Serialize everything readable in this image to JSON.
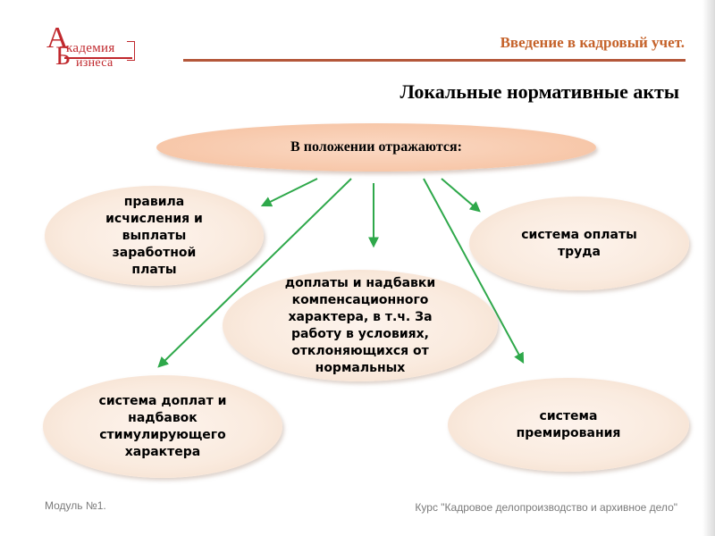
{
  "logo": {
    "letter_a": "А",
    "text_1": "кадемия",
    "letter_b": "Б",
    "text_2": "изнеса"
  },
  "header": {
    "title": "Введение в кадровый учет."
  },
  "slide_title": "Локальные нормативные акты",
  "diagram": {
    "center": "В положении отражаются:",
    "nodes": {
      "rules": "правила\nисчисления  и\nвыплаты\nзаработной\nплаты",
      "pay_system": "система оплаты\nтруда",
      "compensation": "доплаты и надбавки\nкомпенсационного\n   характера, в т.ч. За\nработу  в условиях,\n  отклоняющихся от\nнормальных",
      "incentive": "система  доплат  и\nнадбавок\nстимулирующего\nхарактера",
      "bonus": "система\nпремирования"
    },
    "colors": {
      "arrow": "#2ea84a",
      "header_accent": "#c5622a",
      "rule": "#b4573a"
    }
  },
  "footer": {
    "module": "Модуль №1.",
    "course": "Курс  \"Кадровое делопроизводство и архивное дело\""
  }
}
